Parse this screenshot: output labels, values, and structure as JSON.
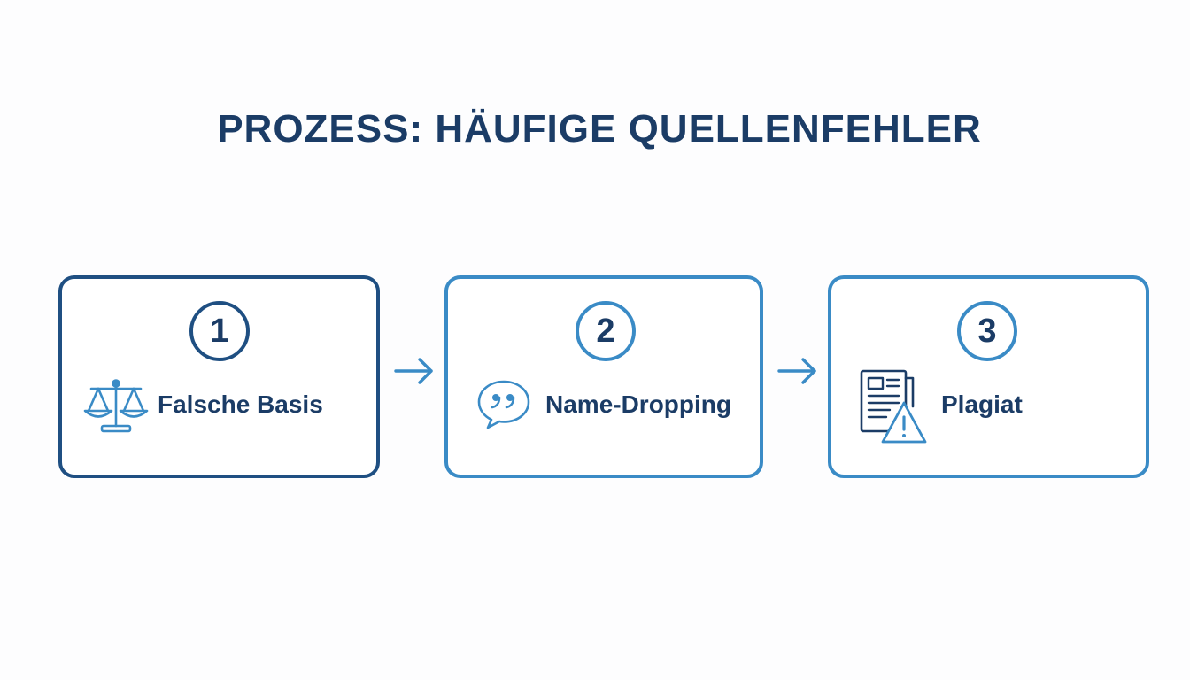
{
  "title": "PROZESS: HÄUFIGE QUELLENFEHLER",
  "colors": {
    "title": "#1b3c66",
    "step1_border": "#1f4f82",
    "step_border": "#3a8bc6",
    "icon": "#3a8bc6",
    "icon_dark": "#1b3c66",
    "arrow": "#3a8bc6"
  },
  "steps": [
    {
      "number": "1",
      "label": "Falsche Basis",
      "icon": "scales-icon"
    },
    {
      "number": "2",
      "label": "Name-Dropping",
      "icon": "quote-bubble-icon"
    },
    {
      "number": "3",
      "label": "Plagiat",
      "icon": "document-warning-icon"
    }
  ],
  "connectors": [
    "arrow-right-icon",
    "arrow-right-icon"
  ]
}
